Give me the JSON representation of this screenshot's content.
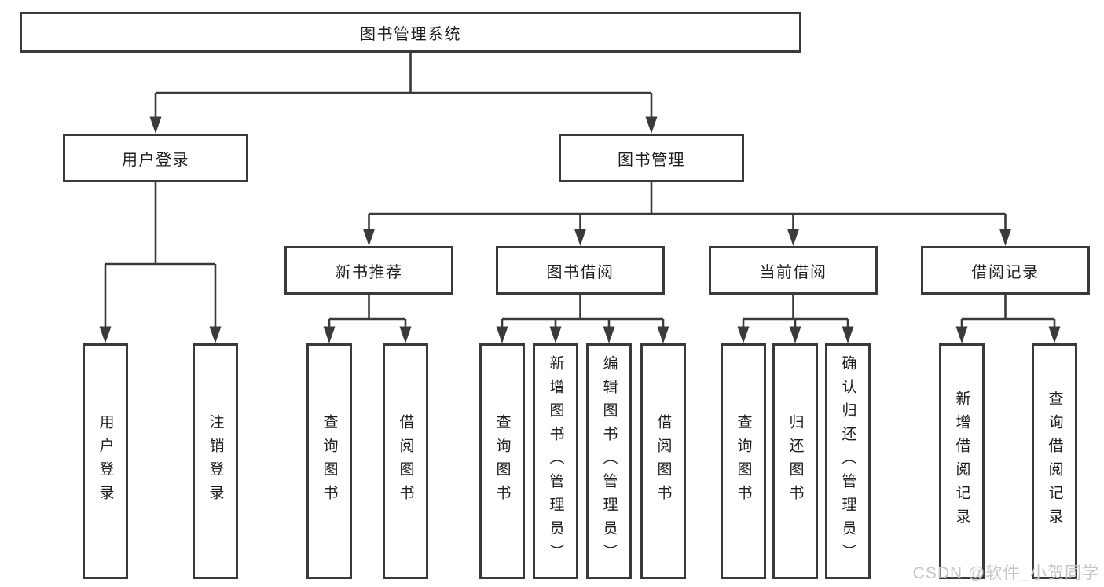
{
  "diagram": {
    "title": "图书管理系统",
    "root": {
      "label": "图书管理系统"
    },
    "level2": [
      {
        "label": "用户登录"
      },
      {
        "label": "图书管理"
      }
    ],
    "level3": [
      {
        "label": "新书推荐"
      },
      {
        "label": "图书借阅"
      },
      {
        "label": "当前借阅"
      },
      {
        "label": "借阅记录"
      }
    ],
    "leaves": {
      "user_login": [
        {
          "label": "用户登录"
        },
        {
          "label": "注销登录"
        }
      ],
      "new_books": [
        {
          "label": "查询图书"
        },
        {
          "label": "借阅图书"
        }
      ],
      "book_borrowing": [
        {
          "label": "查询图书"
        },
        {
          "label": "新增图书（管理员）"
        },
        {
          "label": "编辑图书（管理员）"
        },
        {
          "label": "借阅图书"
        }
      ],
      "current_borrowing": [
        {
          "label": "查询图书"
        },
        {
          "label": "归还图书"
        },
        {
          "label": "确认归还（管理员）"
        }
      ],
      "borrowing_records": [
        {
          "label": "新增借阅记录"
        },
        {
          "label": "查询借阅记录"
        }
      ]
    }
  },
  "watermark": {
    "text": "CSDN @软件_小贺同学"
  },
  "colors": {
    "line": "#3a3a3a",
    "text": "#1d1d1d",
    "background": "#ffffff",
    "watermark": "#c6c6c6"
  }
}
